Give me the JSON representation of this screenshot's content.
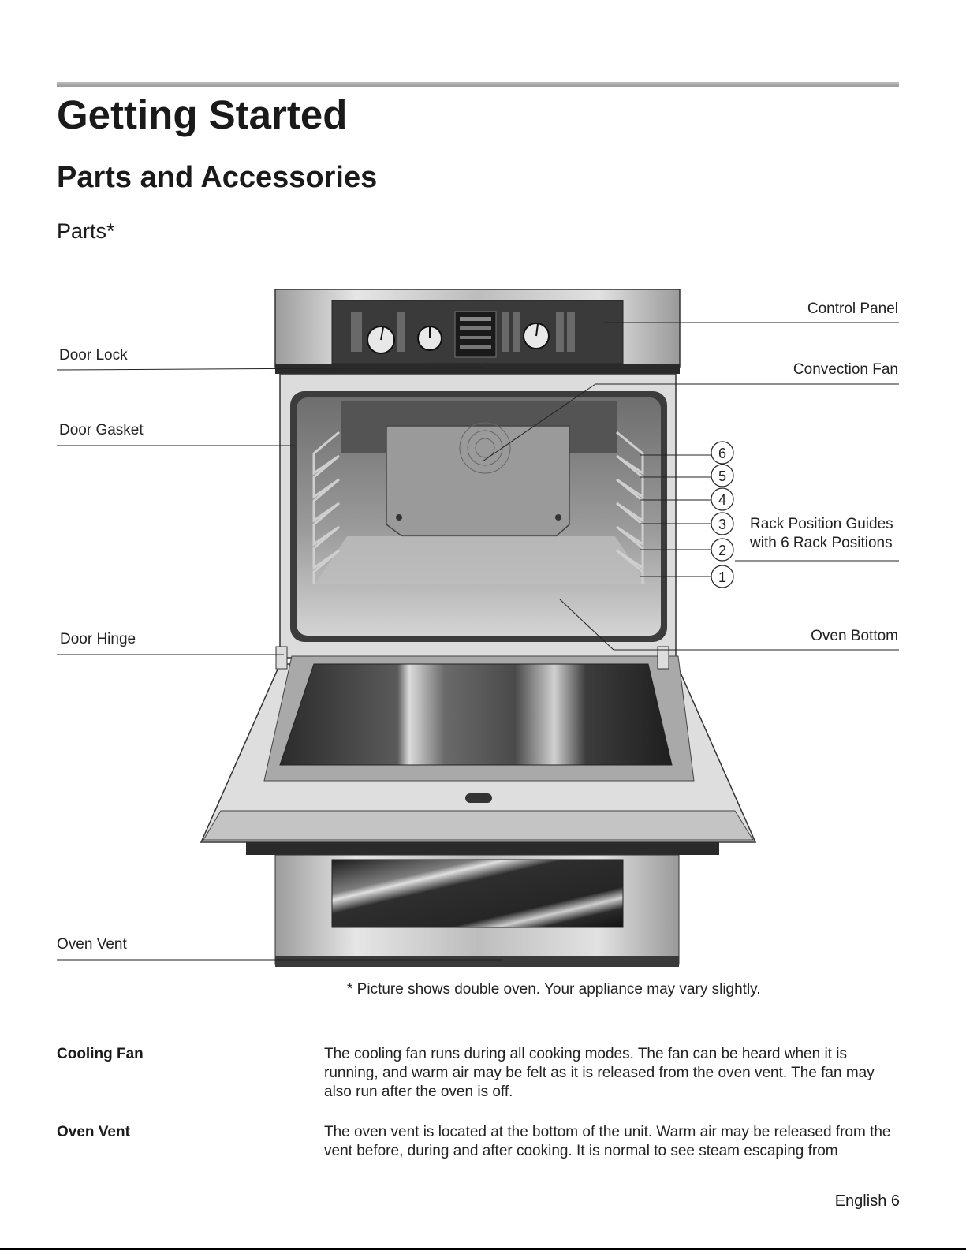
{
  "header": {
    "title": "Getting Started",
    "section": "Parts and Accessories",
    "subsection": "Parts*"
  },
  "figure": {
    "labels": {
      "door_lock": "Door Lock",
      "door_gasket": "Door Gasket",
      "door_hinge": "Door Hinge",
      "oven_vent": "Oven Vent",
      "control_panel": "Control Panel",
      "convection_fan": "Convection Fan",
      "rack_guides_line1": "Rack Position Guides",
      "rack_guides_line2": "with 6 Rack Positions",
      "oven_bottom": "Oven Bottom"
    },
    "rack_numbers": [
      "6",
      "5",
      "4",
      "3",
      "2",
      "1"
    ],
    "caption": "* Picture shows double oven. Your appliance may vary slightly."
  },
  "sections": [
    {
      "term": "Cooling Fan",
      "description": "The cooling fan runs during all cooking modes. The fan can be heard when it is running, and warm air may be felt as it is released from the oven vent. The fan may also run after the oven is off."
    },
    {
      "term": "Oven Vent",
      "description": "The oven vent is located at the bottom of the unit. Warm air may be released from the vent before, during and after cooking. It is normal to see steam escaping from"
    }
  ],
  "footer": {
    "page": "English 6"
  }
}
